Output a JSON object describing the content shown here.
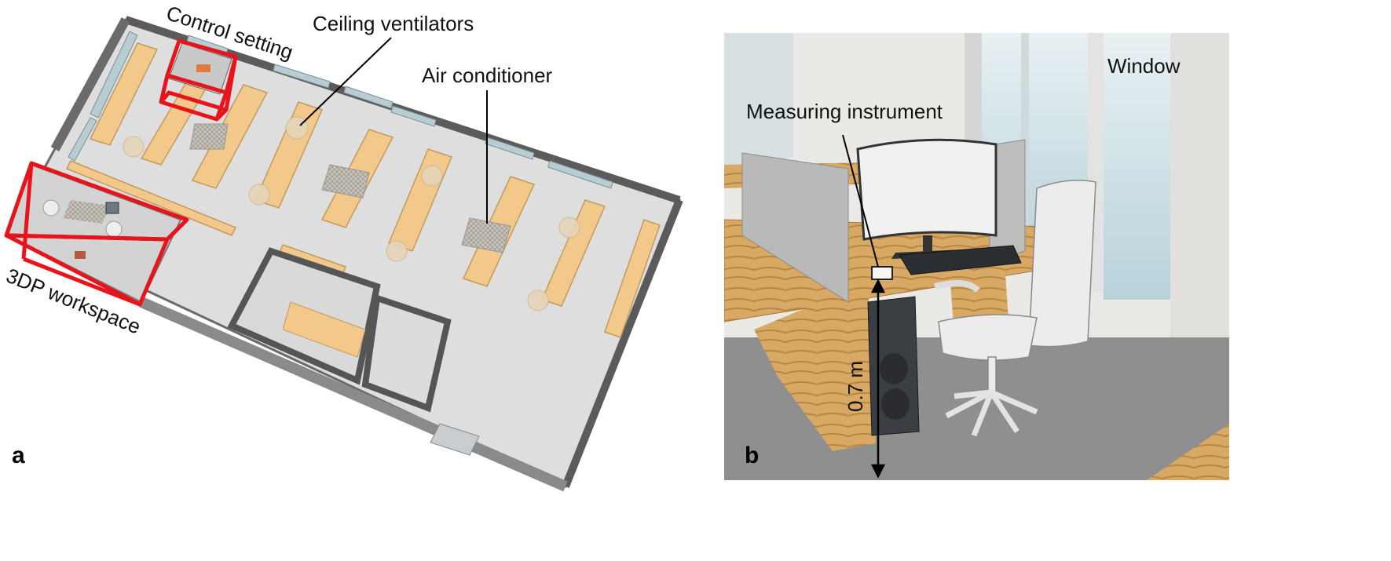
{
  "panel_a": {
    "letter": "a",
    "labels": {
      "control_setting": "Control setting",
      "ceiling_ventilators": "Ceiling ventilators",
      "air_conditioner": "Air conditioner",
      "workspace_3dp": "3DP workspace"
    }
  },
  "panel_b": {
    "letter": "b",
    "labels": {
      "window": "Window",
      "measuring_instrument": "Measuring instrument",
      "height": "0.7 m"
    }
  },
  "colors": {
    "highlight": "#e8141b",
    "floor": "#dedede",
    "wall": "#5f5f5f",
    "desk_wood": "#f1c98a",
    "window_glass": "#b9cfd6"
  }
}
